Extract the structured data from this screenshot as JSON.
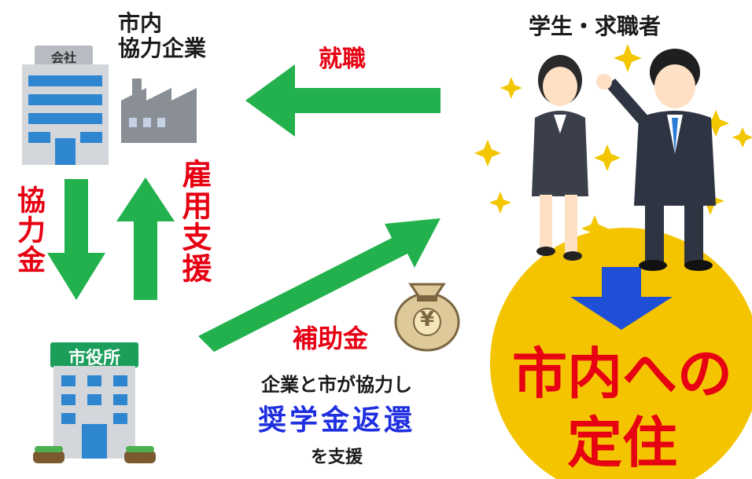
{
  "company_label": "会社",
  "partner_companies": "市内\n協力企業",
  "students_jobseekers": "学生・求職者",
  "employment": "就職",
  "contribution": "協力金",
  "employment_support": "雇用支援",
  "city_hall_label": "市役所",
  "subsidy": "補助金",
  "caption_line1": "企業と市が協力し",
  "caption_line2": "奨学金返還",
  "caption_line3": "を支援",
  "settlement_line1": "市内への",
  "settlement_line2": "定住",
  "yen_symbol": "¥",
  "colors": {
    "arrow_green": "#22b14c",
    "label_red": "#e60012",
    "blue_text": "#1f2fe0",
    "circle_yellow": "#f5c400",
    "down_arrow_blue": "#1f4fd6",
    "building_gray": "#c9ccd1",
    "window_blue": "#2e86d1",
    "factory_gray": "#8a8f96"
  },
  "icons": [
    "office-building-icon",
    "factory-icon",
    "city-hall-icon",
    "money-bag-yen-icon",
    "sparkle-star-icon",
    "businesswoman-icon",
    "businessman-icon"
  ]
}
